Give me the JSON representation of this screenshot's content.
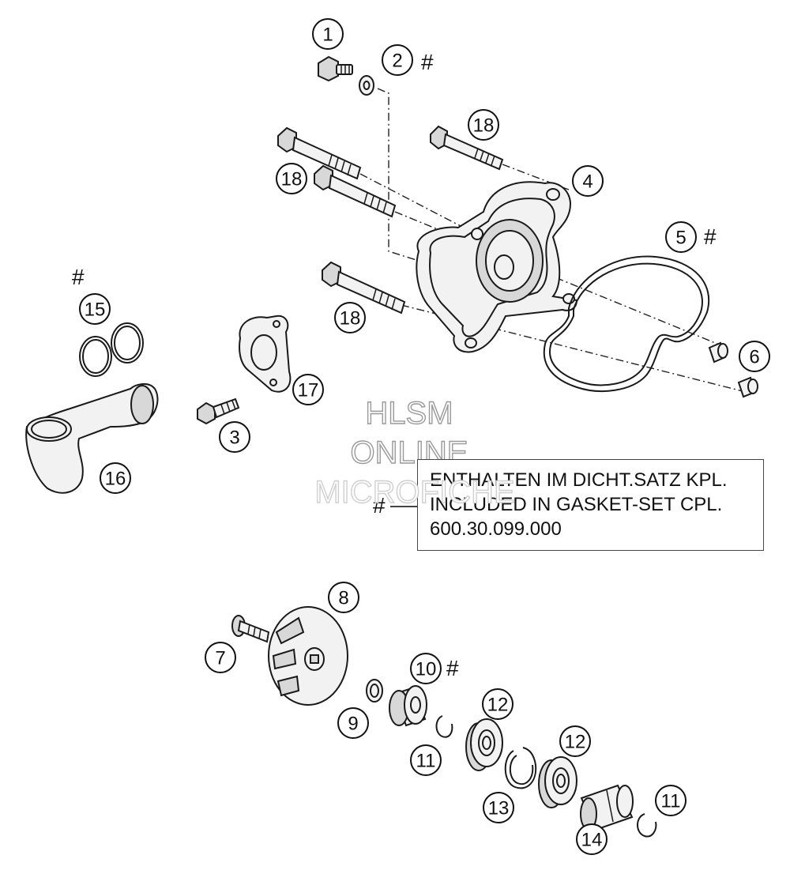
{
  "callouts": [
    {
      "n": "1"
    },
    {
      "n": "2"
    },
    {
      "n": "3"
    },
    {
      "n": "4"
    },
    {
      "n": "5"
    },
    {
      "n": "6"
    },
    {
      "n": "7"
    },
    {
      "n": "8"
    },
    {
      "n": "9"
    },
    {
      "n": "10"
    },
    {
      "n": "11"
    },
    {
      "n": "11"
    },
    {
      "n": "12"
    },
    {
      "n": "12"
    },
    {
      "n": "13"
    },
    {
      "n": "14"
    },
    {
      "n": "15"
    },
    {
      "n": "16"
    },
    {
      "n": "17"
    },
    {
      "n": "18"
    },
    {
      "n": "18"
    },
    {
      "n": "18"
    }
  ],
  "gasket_marker": "#",
  "note": {
    "line1": "ENTHALTEN IM DICHT.SATZ KPL.",
    "line2": "INCLUDED IN GASKET-SET CPL.",
    "line3": "600.30.099.000",
    "marker": "#"
  },
  "watermark": {
    "line1": "HLSM",
    "line2": "ONLINE",
    "line3": "MICROFICHE"
  }
}
